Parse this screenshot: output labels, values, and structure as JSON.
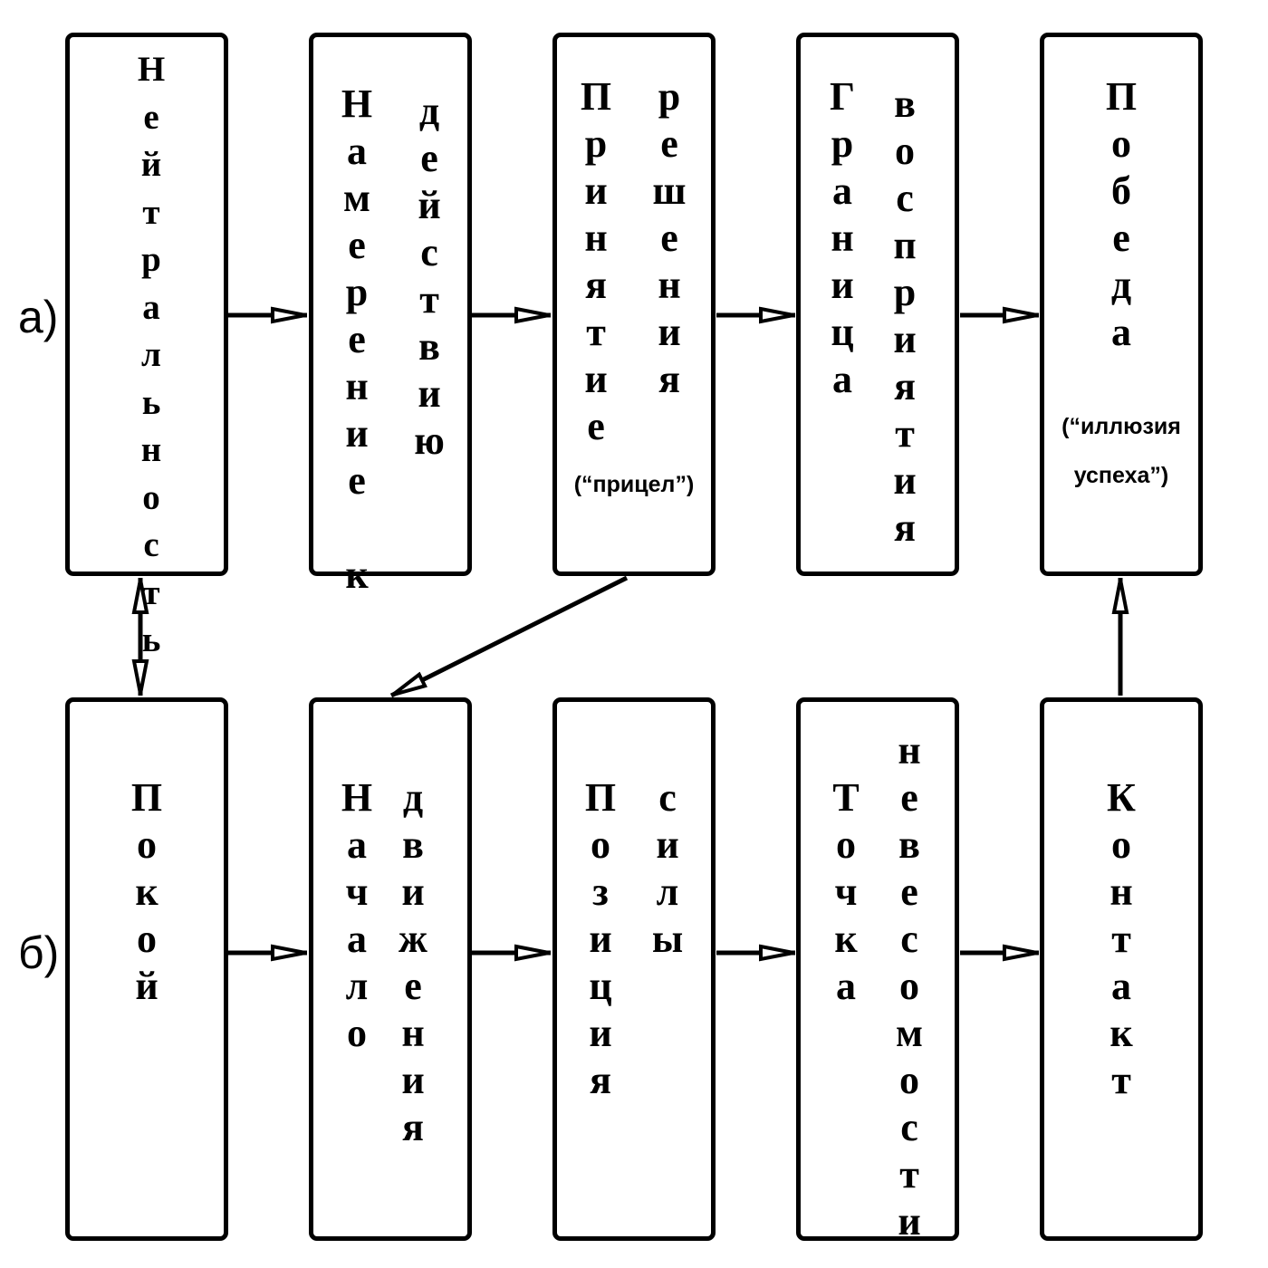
{
  "row_labels": {
    "a": "а)",
    "b": "б)"
  },
  "row_a": [
    {
      "id": "neutrality",
      "columns": [
        "Нейтральность"
      ]
    },
    {
      "id": "intention",
      "columns": [
        "Намерение к",
        "действию"
      ]
    },
    {
      "id": "decision",
      "columns": [
        "Принятие",
        "решения"
      ],
      "note": "(“прицел”)"
    },
    {
      "id": "perception-border",
      "columns": [
        "Граница",
        "восприятия"
      ]
    },
    {
      "id": "victory",
      "columns": [
        "Победа"
      ],
      "note_lines": [
        "(“иллюзия",
        "успеха”)"
      ]
    }
  ],
  "row_b": [
    {
      "id": "rest",
      "columns": [
        "Покой"
      ]
    },
    {
      "id": "movement-start",
      "columns": [
        "Начало",
        "движения"
      ]
    },
    {
      "id": "power-position",
      "columns": [
        "Позиция",
        "силы"
      ]
    },
    {
      "id": "weightless-point",
      "columns": [
        "Точка",
        "невесомости"
      ]
    },
    {
      "id": "contact",
      "columns": [
        "Контакт"
      ]
    }
  ]
}
